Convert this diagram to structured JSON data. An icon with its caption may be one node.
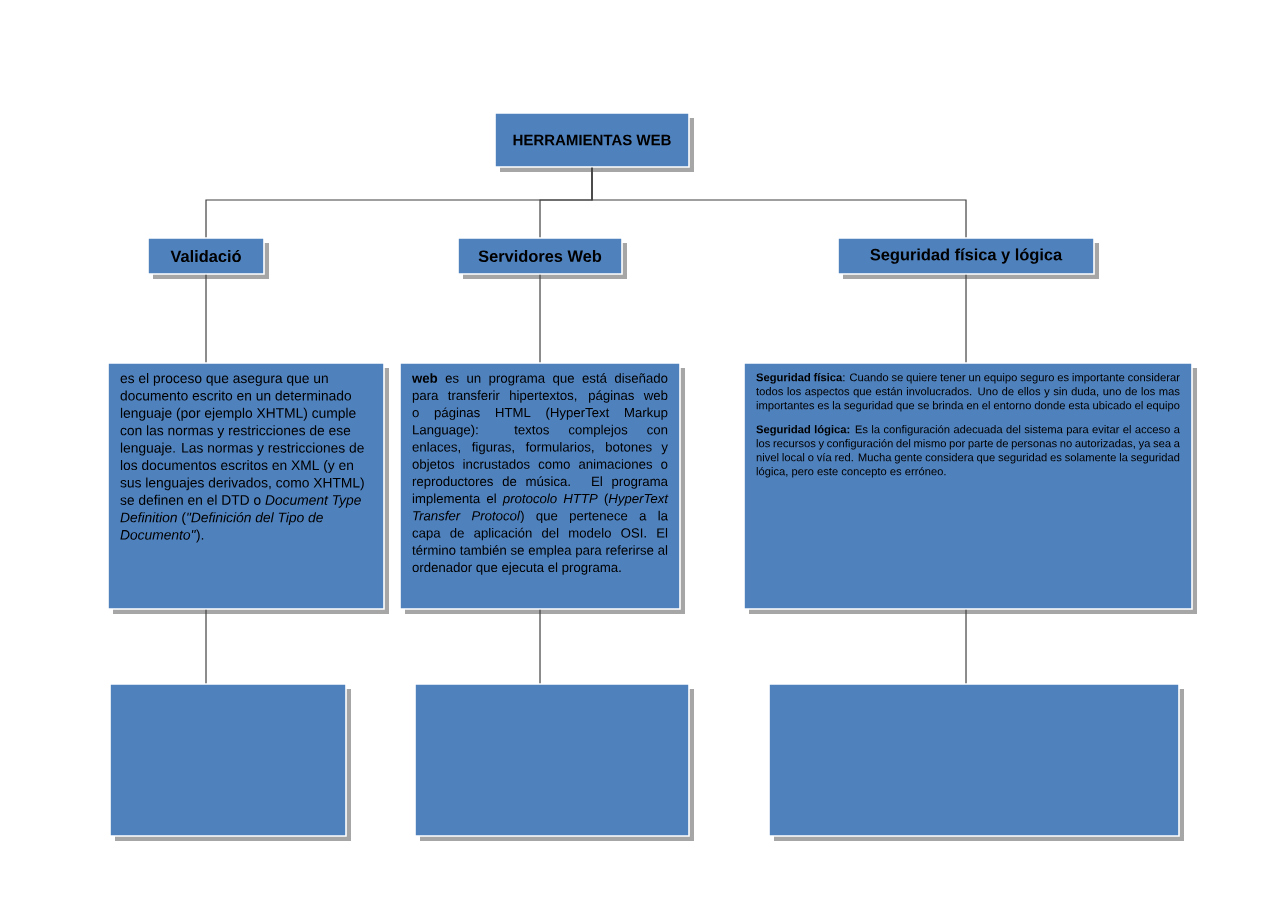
{
  "diagram": {
    "nodes": [
      {
        "text": [
          "HERRAMIENTAS WEB"
        ]
      },
      {
        "text": [
          "Validació"
        ]
      },
      {
        "text": [
          "Servidores Web"
        ]
      },
      {
        "text": [
          "Seguridad física y lógica"
        ]
      },
      {
        "text": [
          "es el proceso que asegura que un documento escrito en un determinado lenguaje (por ejemplo XHTML) cumple con las normas y restricciones de ese lenguaje. Las normas y restricciones de los documentos escritos en XML (y en sus lenguajes derivados, como XHTML) se definen en el DTD o *Document Type Definition* (*\"Definición del Tipo de Documento\"*)."
        ]
      },
      {
        "text": [
          "**web** es un programa que está diseñado para transferir hipertextos, páginas web o páginas HTML (HyperText Markup Language): textos complejos con enlaces, figuras, formularios, botones y objetos incrustados como animaciones o reproductores de música. El programa implementa el *protocolo HTTP* (*HyperText Transfer Protocol*) que pertenece a la capa de aplicación del modelo OSI. El término también se emplea para referirse al ordenador que ejecuta el programa."
        ]
      },
      {
        "text": [
          "**Seguridad física**: Cuando se quiere tener un equipo seguro es importante considerar todos los aspectos que están involucrados. Uno de ellos y sin duda, uno de los mas importantes es la seguridad que se brinda en el entorno donde esta ubicado el equipo",
          "**Seguridad lógica:** Es la configuración adecuada del sistema para evitar el acceso a los recursos y configuración del mismo por parte de personas no autorizadas, ya sea a nivel local o vía red. Mucha gente considera que seguridad es solamente la seguridad lógica, pero este concepto es erróneo."
        ]
      },
      {
        "text": [],
        "shape": "box"
      },
      {
        "text": [],
        "shape": "box"
      },
      {
        "text": [],
        "shape": "box"
      }
    ],
    "edges": [
      {
        "from": 0,
        "to": 1,
        "arrow": "none"
      },
      {
        "from": 0,
        "to": 2,
        "arrow": "none"
      },
      {
        "from": 0,
        "to": 3,
        "arrow": "none"
      },
      {
        "from": 1,
        "to": 4,
        "arrow": "none"
      },
      {
        "from": 2,
        "to": 5,
        "arrow": "none"
      },
      {
        "from": 3,
        "to": 6,
        "arrow": "none"
      },
      {
        "from": 4,
        "to": 7,
        "arrow": "none"
      },
      {
        "from": 5,
        "to": 8,
        "arrow": "none"
      },
      {
        "from": 6,
        "to": 9,
        "arrow": "none"
      }
    ]
  }
}
